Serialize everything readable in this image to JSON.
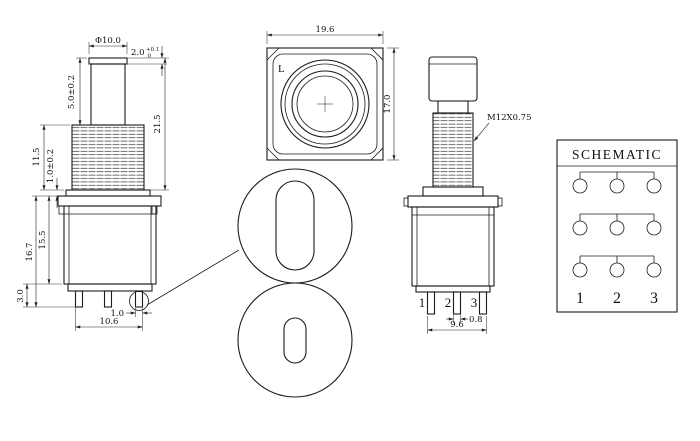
{
  "side_view": {
    "dim_button_diameter": "Φ10.0",
    "dim_cap": {
      "main": "2.0",
      "tol_upper": "+0.1",
      "tol_lower": "0"
    },
    "dim_travel": "5.0±0.2",
    "dim_overall_height": "21.5",
    "dim_thread_length": "11.5",
    "dim_washer_thickness": "1.0±0.2",
    "dim_body_height_outer": "16.7",
    "dim_body_height_inner": "15.5",
    "dim_pin_length": "3.0",
    "dim_pin_width": "1.0",
    "dim_pin_span": "10.6"
  },
  "top_view": {
    "dim_width": "19.6",
    "dim_depth": "17.0",
    "orientation_mark": "L"
  },
  "front_view": {
    "thread_spec": "M12X0.75",
    "pin_labels": [
      "1",
      "2",
      "3"
    ],
    "dim_pin_thickness": "0.8",
    "dim_pin_span": "9.6"
  },
  "schematic": {
    "title": "SCHEMATIC",
    "pin_labels": [
      "1",
      "2",
      "3"
    ]
  }
}
